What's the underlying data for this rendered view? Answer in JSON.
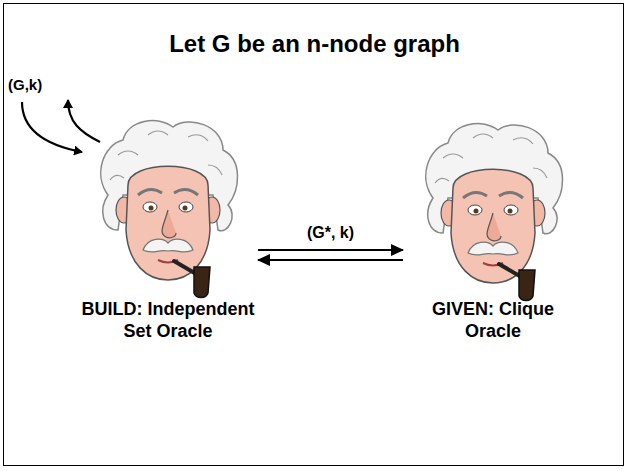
{
  "diagram": {
    "title": "Let G be an n-node graph",
    "nodes": [
      {
        "text": [
          "BUILD: Independent Set Oracle"
        ]
      },
      {
        "text": [
          "GIVEN: Clique Oracle"
        ]
      }
    ],
    "edges": [
      {
        "from": 0,
        "to": 1,
        "label": "(G*, k)",
        "arrow": "to"
      },
      {
        "from": 1,
        "to": 0,
        "arrow": "to"
      }
    ],
    "labels": [
      "(G,k)"
    ]
  }
}
